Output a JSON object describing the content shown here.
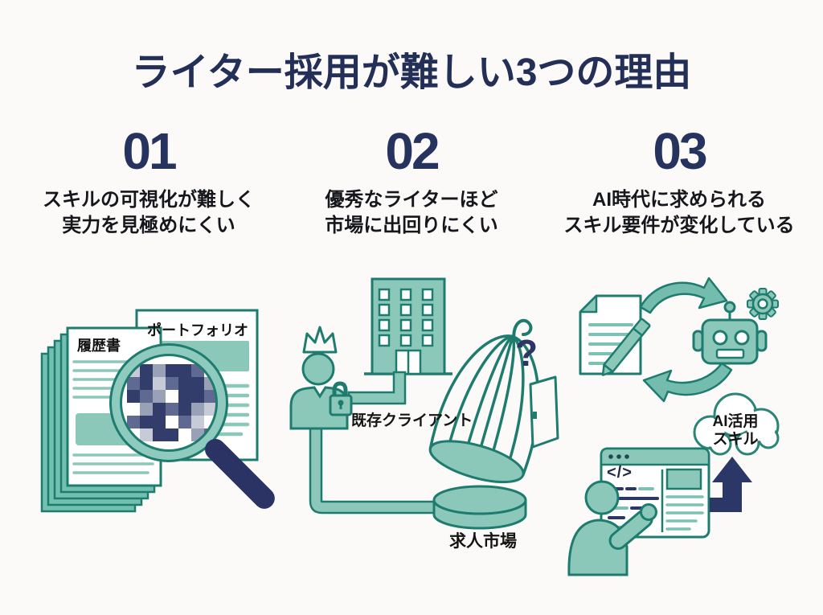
{
  "title": "ライター採用が難しい3つの理由",
  "palette": {
    "navy": "#27335f",
    "teal_fill": "#8cc8ba",
    "teal_dark": "#1e7c6e",
    "text_black": "#15171c",
    "background": "#fbfaf8"
  },
  "reasons": [
    {
      "number": "01",
      "line1": "スキルの可視化が難しく",
      "line2": "実力を見極めにくい"
    },
    {
      "number": "02",
      "line1": "優秀なライターほど",
      "line2": "市場に出回りにくい"
    },
    {
      "number": "03",
      "line1": "AI時代に求められる",
      "line2": "スキル要件が変化している"
    }
  ],
  "illustrations": {
    "documents": {
      "doc1_label": "履歴書",
      "doc2_label": "ポートフォリオ"
    },
    "market": {
      "client_label": "既存クライアント",
      "market_label": "求人市場",
      "question_mark": "?"
    },
    "ai": {
      "cloud_line1": "AI活用",
      "cloud_line2": "スキル",
      "code_symbol": "</>"
    }
  }
}
